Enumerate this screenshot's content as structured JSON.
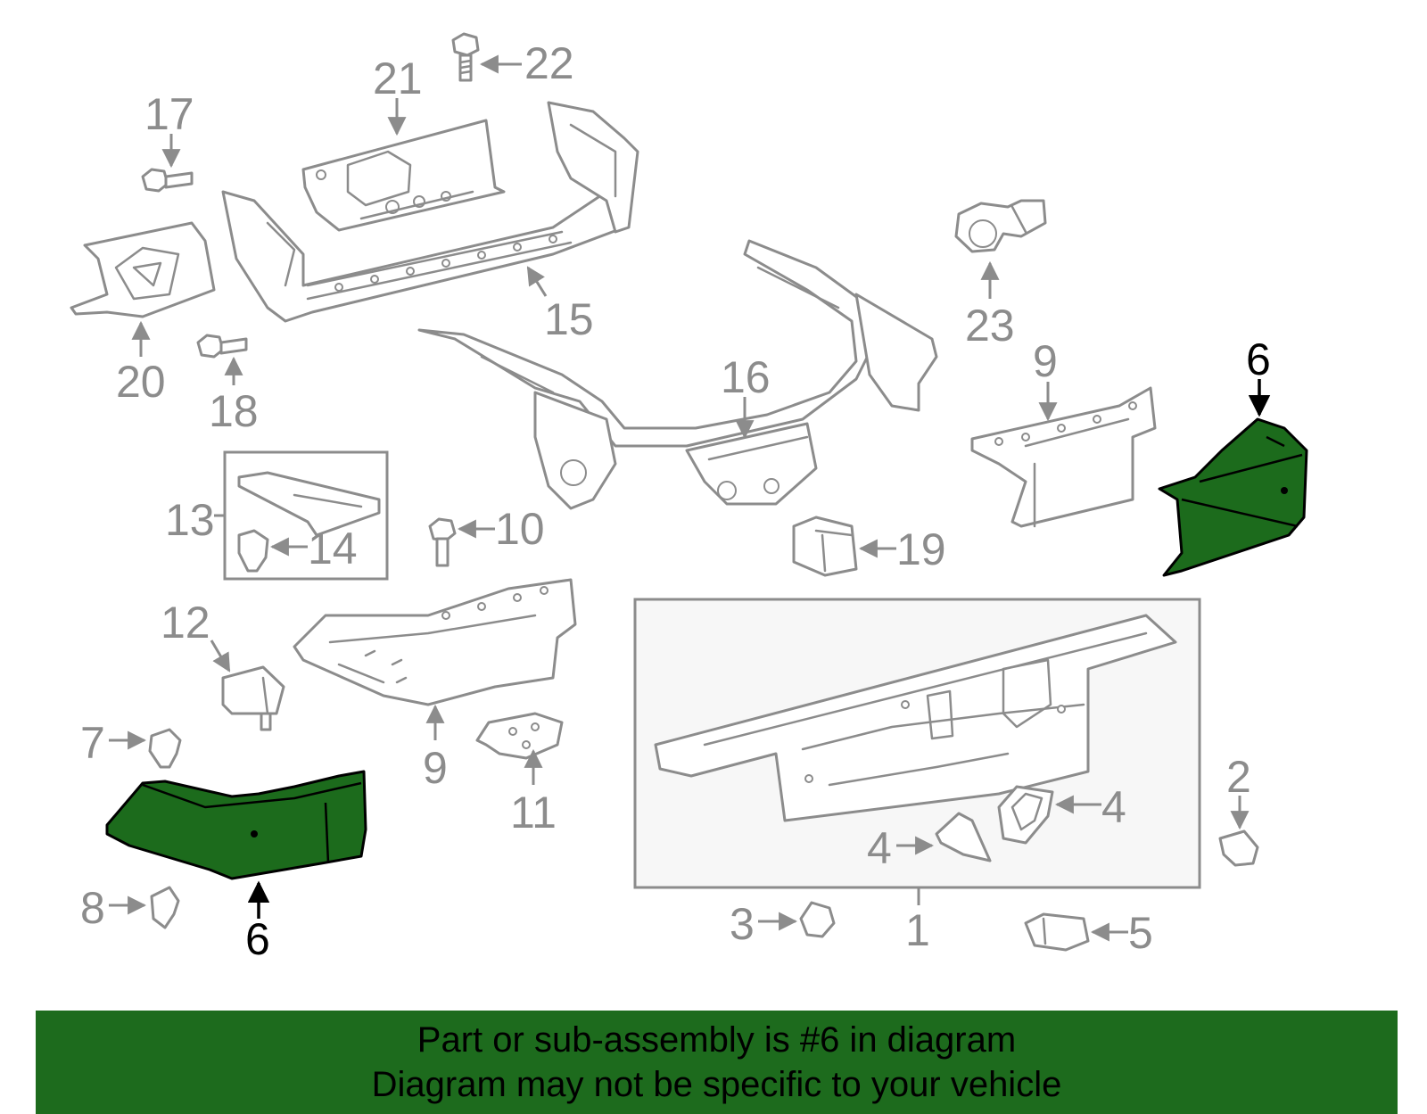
{
  "labels": {
    "l1": "1",
    "l2": "2",
    "l3": "3",
    "l4a": "4",
    "l4b": "4",
    "l5": "5",
    "l6top": "6",
    "l6bottom": "6",
    "l7": "7",
    "l8": "8",
    "l9a": "9",
    "l9b": "9",
    "l10": "10",
    "l11": "11",
    "l12": "12",
    "l13": "13",
    "l14": "14",
    "l15": "15",
    "l16": "16",
    "l17": "17",
    "l18": "18",
    "l19": "19",
    "l20": "20",
    "l21": "21",
    "l22": "22",
    "l23": "23"
  },
  "banner": {
    "line1": "Part or sub-assembly is #6 in diagram",
    "line2": "Diagram may not be specific to your vehicle"
  },
  "colors": {
    "highlight": "#1c6b1c",
    "banner": "#1d6b1d",
    "line": "#8c8c8c"
  }
}
